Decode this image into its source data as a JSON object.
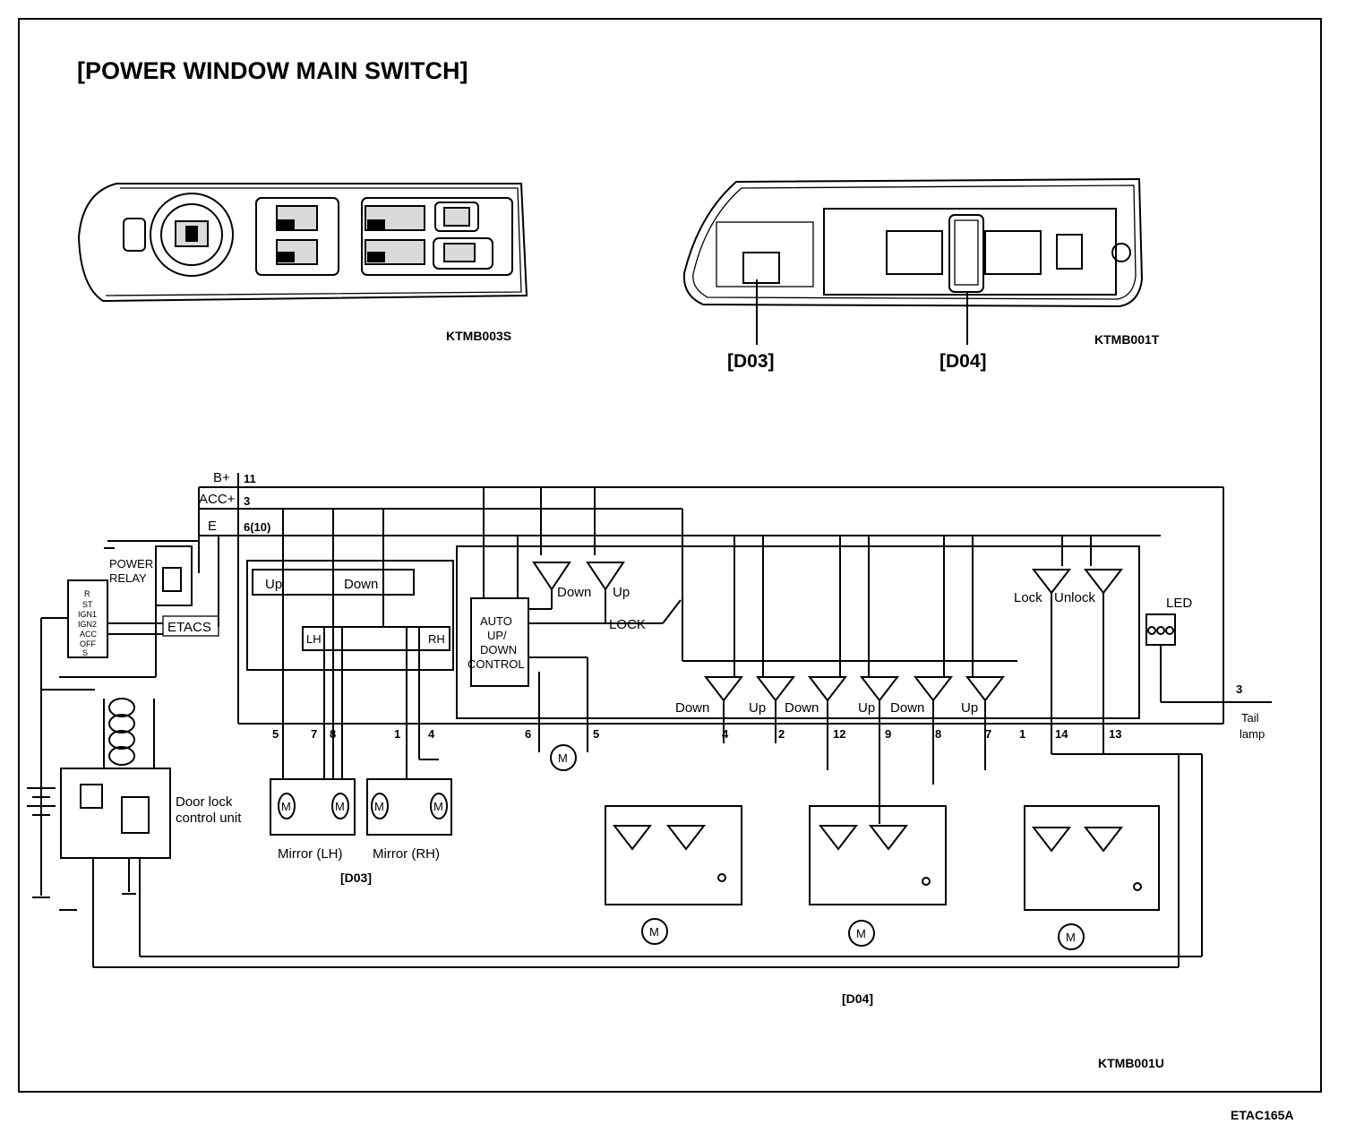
{
  "title": "[POWER WINDOW MAIN SWITCH]",
  "figure_codes": {
    "switch_front": "KTMB003S",
    "switch_back": "KTMB001T",
    "circuit": "KTMB001U",
    "page": "ETAC165A"
  },
  "connectors": {
    "d03": "[D03]",
    "d04": "[D04]"
  },
  "supply_labels": {
    "b_plus": "B+",
    "acc_plus": "ACC+",
    "e": "E"
  },
  "supply_pins": {
    "b_plus": "11",
    "acc_plus": "3",
    "e": "6(10)"
  },
  "power_relay": [
    "POWER",
    "RELAY"
  ],
  "etacs": "ETACS",
  "ignition_positions": [
    "R",
    "ST",
    "IGN1",
    "IGN2",
    "ACC",
    "OFF",
    "S"
  ],
  "mirror_switch": {
    "up": "Up",
    "down": "Down",
    "lh": "LH",
    "rh": "RH",
    "mirror_lh": "Mirror (LH)",
    "mirror_rh": "Mirror (RH)",
    "connector": "[D03]",
    "pins": [
      "5",
      "7",
      "8",
      "1",
      "4"
    ]
  },
  "auto_control": [
    "AUTO",
    "UP/",
    "DOWN",
    "CONTROL"
  ],
  "driver_window": {
    "down": "Down",
    "up": "Up",
    "pins": [
      "6",
      "5"
    ],
    "motor": "M"
  },
  "lock_switch": "LOCK",
  "door_lock": {
    "lock": "Lock",
    "unlock": "Unlock",
    "led": "LED"
  },
  "window_switches": {
    "labels": [
      "Down",
      "Up",
      "Down",
      "Up",
      "Down",
      "Up"
    ],
    "pins": [
      "4",
      "2",
      "12",
      "9",
      "8",
      "7",
      "1",
      "14",
      "13"
    ]
  },
  "tail_lamp": {
    "pin": "3",
    "label_line1": "Tail",
    "label_line2": "lamp"
  },
  "door_lock_unit": [
    "Door lock",
    "control unit"
  ],
  "motor_symbol": "M"
}
